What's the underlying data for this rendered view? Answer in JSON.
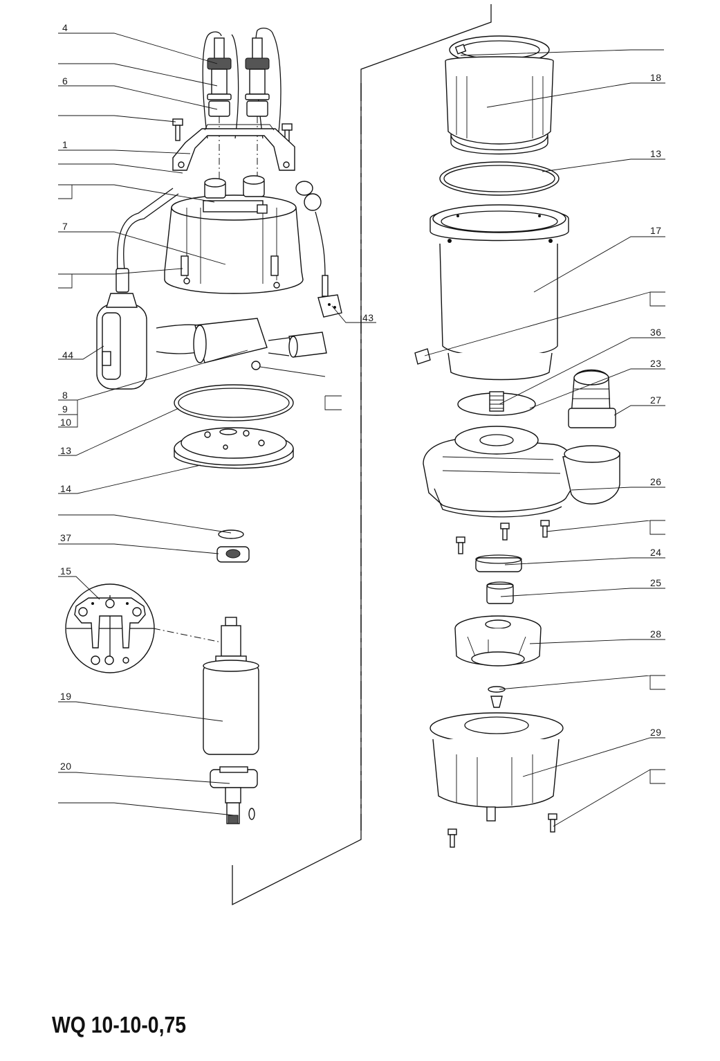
{
  "drawing": {
    "model_title": "WQ 10-10-0,75"
  },
  "callouts": {
    "c4": "4",
    "c6": "6",
    "c1": "1",
    "c7": "7",
    "c44": "44",
    "c8": "8",
    "c9": "9",
    "c10": "10",
    "c13_left": "13",
    "c14": "14",
    "c37": "37",
    "c15": "15",
    "c19": "19",
    "c20": "20",
    "c43": "43",
    "c18": "18",
    "c13_right": "13",
    "c17": "17",
    "c36": "36",
    "c23": "23",
    "c27": "27",
    "c26": "26",
    "c24": "24",
    "c25": "25",
    "c28": "28",
    "c29": "29"
  }
}
